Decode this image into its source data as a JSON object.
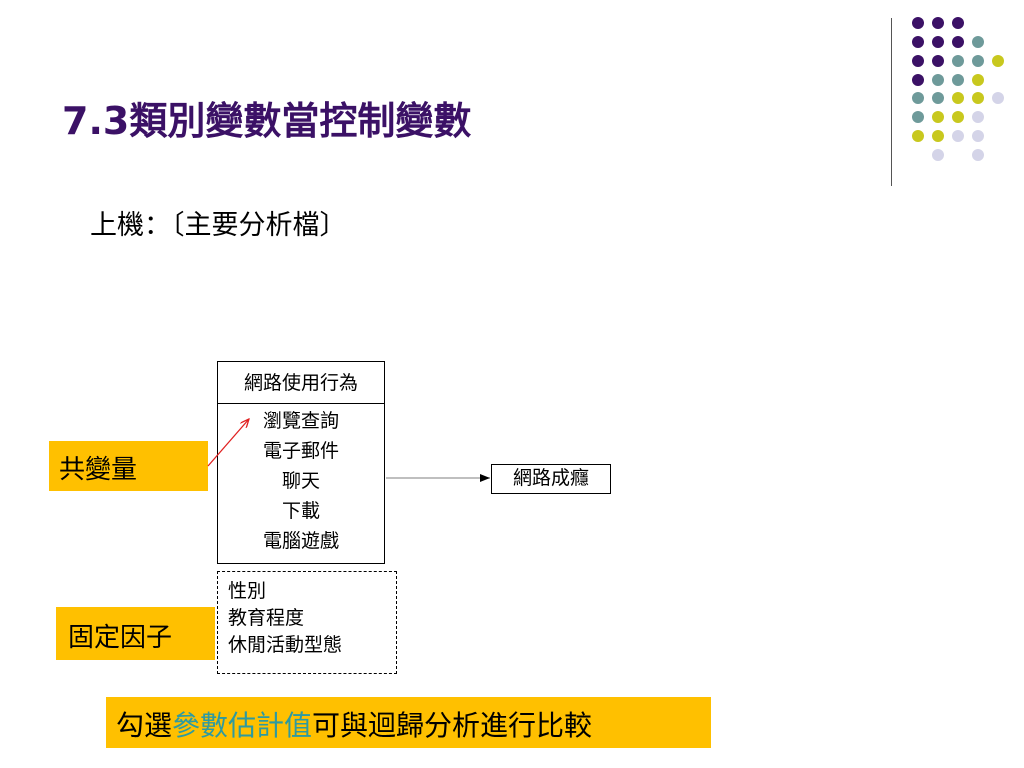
{
  "slide": {
    "title": "7.3類別變數當控制變數",
    "subtitle": "上機：〔主要分析檔〕"
  },
  "diagram": {
    "main_box": {
      "header": "網路使用行為",
      "items": [
        "瀏覽查詢",
        "電子郵件",
        "聊天",
        "下載",
        "電腦遊戲"
      ]
    },
    "control_box": {
      "items": [
        "性別",
        "教育程度",
        "休閒活動型態"
      ]
    },
    "covariate_label": "共變量",
    "fixed_factor_label": "固定因子",
    "outcome": "網路成癮",
    "colors": {
      "label_background": "#ffc000",
      "covariate_arrow": "#e02020"
    }
  },
  "bottom_note": {
    "before": "勾選",
    "highlight": "參數估計值",
    "after": "可與迴歸分析進行比較",
    "highlight_color": "#2e9aa0"
  },
  "decoration": {
    "dot_colors": {
      "purple": "#3b1166",
      "teal": "#6e9a9a",
      "olive": "#c8c81e",
      "lavender": "#d4d4e8"
    }
  }
}
